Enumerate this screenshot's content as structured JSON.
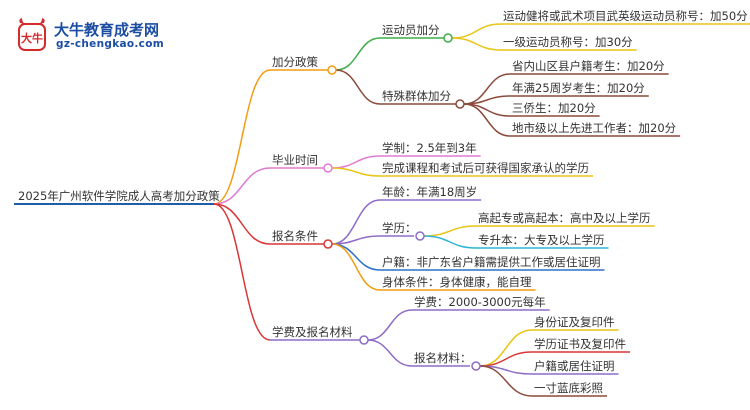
{
  "logo": {
    "badge_text": "大牛",
    "title": "大牛教育成考网",
    "url": "gz-chengkao.com"
  },
  "colors": {
    "root": "#1f5ea8",
    "policy": "#f39c12",
    "graduation": "#e07bd4",
    "registration": "#d93636",
    "fees": "#8e6bc7",
    "green": "#3fae49",
    "brown": "#8b4a3c",
    "yellow": "#e8c414",
    "cyan": "#2bb5d3",
    "blue": "#2a72c9",
    "orange": "#f39c12"
  },
  "mindmap": {
    "root": "2025年广州软件学院成人高考加分政策",
    "branches": [
      {
        "label": "加分政策",
        "children": [
          {
            "label": "运动员加分",
            "children": [
              "运动健将或武术项目武英级运动员称号：加50分",
              "一级运动员称号：加30分"
            ]
          },
          {
            "label": "特殊群体加分",
            "children": [
              "省内山区县户籍考生：加20分",
              "年满25周岁考生：加20分",
              "三侨生：加20分",
              "地市级以上先进工作者：加20分"
            ]
          }
        ]
      },
      {
        "label": "毕业时间",
        "children": [
          "学制：2.5年到3年",
          "完成课程和考试后可获得国家承认的学历"
        ]
      },
      {
        "label": "报名条件",
        "children": [
          "年龄：年满18周岁",
          {
            "label": "学历：",
            "children": [
              "高起专或高起本：高中及以上学历",
              "专升本：大专及以上学历"
            ]
          },
          "户籍：非广东省户籍需提供工作或居住证明",
          "身体条件：身体健康，能自理"
        ]
      },
      {
        "label": "学费及报名材料",
        "children": [
          "学费：2000-3000元每年",
          {
            "label": "报名材料：",
            "children": [
              "身份证及复印件",
              "学历证书及复印件",
              "户籍或居住证明",
              "一寸蓝底彩照"
            ]
          }
        ]
      }
    ]
  }
}
